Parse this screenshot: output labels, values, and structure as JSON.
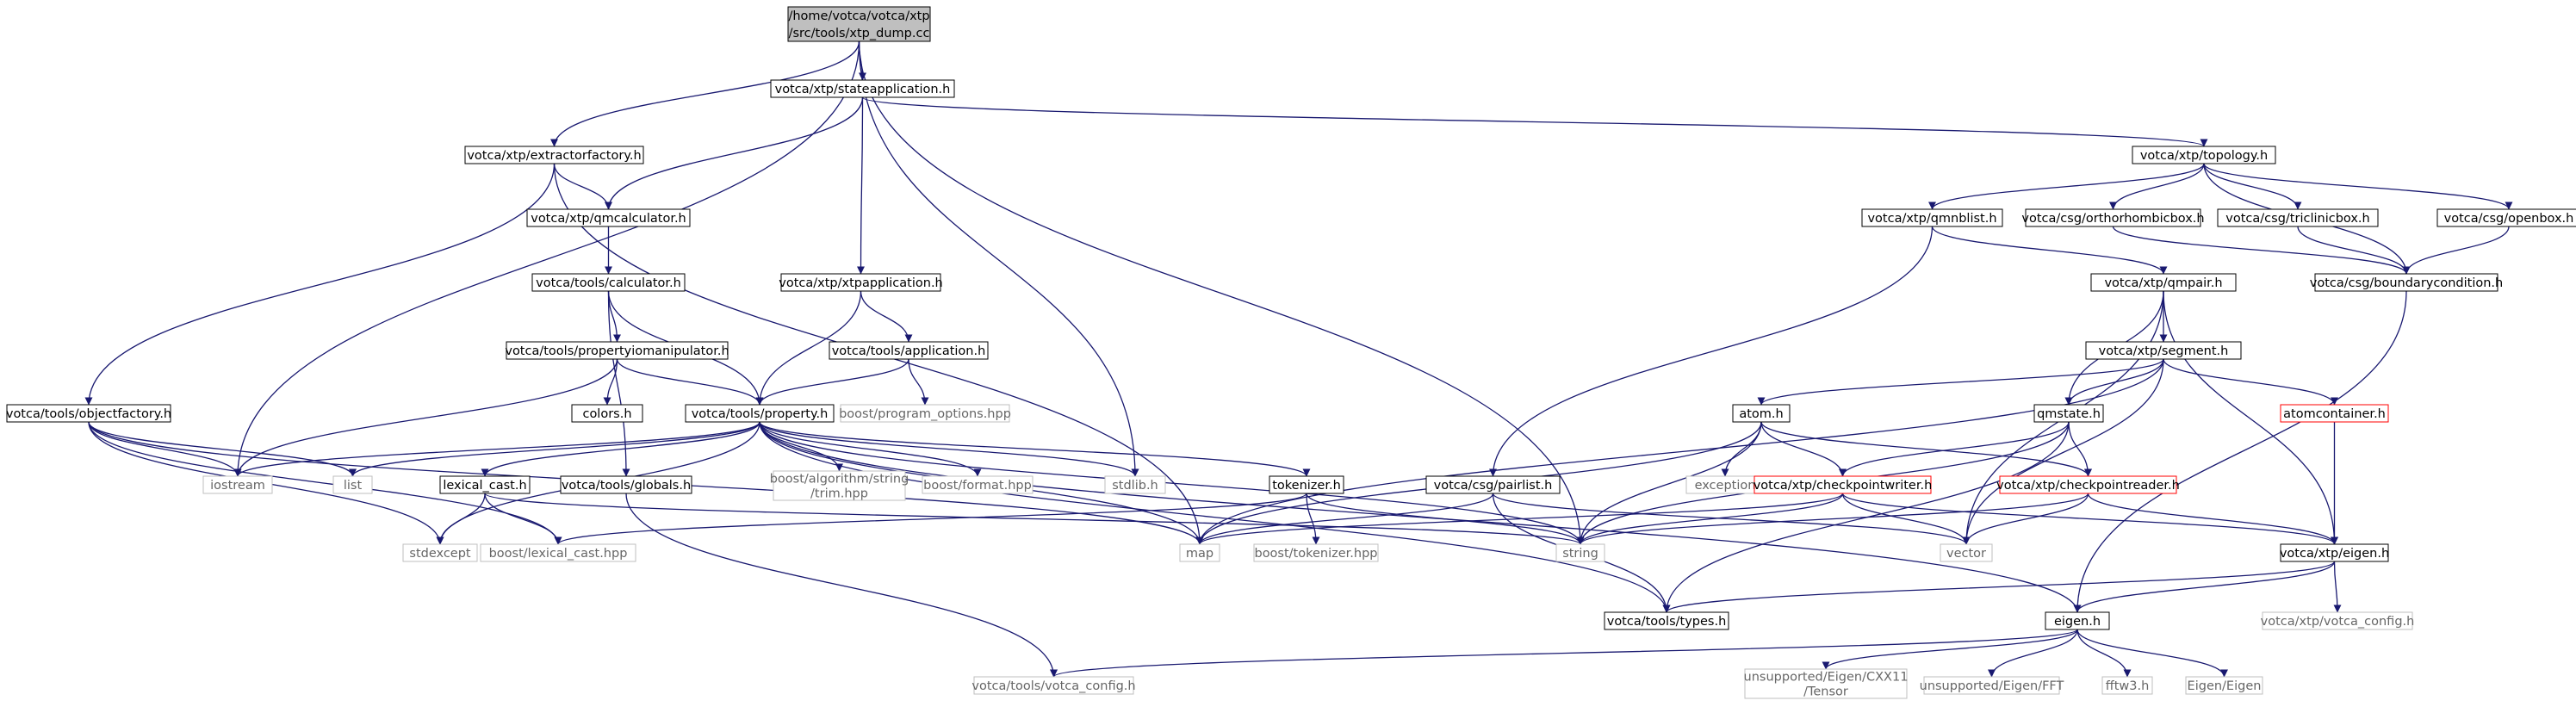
{
  "graph": {
    "colors": {
      "edge": "#191970",
      "border_normal": "#000000",
      "border_external": "#bfbfbf",
      "border_incomplete": "#ff0000",
      "root_fill": "#bfbfbf",
      "text_normal": "#000000",
      "text_external": "#666666"
    },
    "nodes": [
      {
        "id": "root",
        "lines": [
          "/home/votca/votca/xtp",
          "/src/tools/xtp_dump.cc"
        ],
        "kind": "root"
      },
      {
        "id": "stateapp",
        "lines": [
          "votca/xtp/stateapplication.h"
        ],
        "kind": "normal"
      },
      {
        "id": "extractor",
        "lines": [
          "votca/xtp/extractorfactory.h"
        ],
        "kind": "normal"
      },
      {
        "id": "topology",
        "lines": [
          "votca/xtp/topology.h"
        ],
        "kind": "normal"
      },
      {
        "id": "qmcalc",
        "lines": [
          "votca/xtp/qmcalculator.h"
        ],
        "kind": "normal"
      },
      {
        "id": "qmnblist",
        "lines": [
          "votca/xtp/qmnblist.h"
        ],
        "kind": "normal"
      },
      {
        "id": "ortho",
        "lines": [
          "votca/csg/orthorhombicbox.h"
        ],
        "kind": "normal"
      },
      {
        "id": "tricl",
        "lines": [
          "votca/csg/triclinicbox.h"
        ],
        "kind": "normal"
      },
      {
        "id": "openbox",
        "lines": [
          "votca/csg/openbox.h"
        ],
        "kind": "normal"
      },
      {
        "id": "calculator",
        "lines": [
          "votca/tools/calculator.h"
        ],
        "kind": "normal"
      },
      {
        "id": "xtpapp",
        "lines": [
          "votca/xtp/xtpapplication.h"
        ],
        "kind": "normal"
      },
      {
        "id": "qmpair",
        "lines": [
          "votca/xtp/qmpair.h"
        ],
        "kind": "normal"
      },
      {
        "id": "bcond",
        "lines": [
          "votca/csg/boundarycondition.h"
        ],
        "kind": "normal"
      },
      {
        "id": "propio",
        "lines": [
          "votca/tools/propertyiomanipulator.h"
        ],
        "kind": "normal"
      },
      {
        "id": "toolsapp",
        "lines": [
          "votca/tools/application.h"
        ],
        "kind": "normal"
      },
      {
        "id": "segment",
        "lines": [
          "votca/xtp/segment.h"
        ],
        "kind": "normal"
      },
      {
        "id": "objfactory",
        "lines": [
          "votca/tools/objectfactory.h"
        ],
        "kind": "normal"
      },
      {
        "id": "colors",
        "lines": [
          "colors.h"
        ],
        "kind": "normal"
      },
      {
        "id": "property",
        "lines": [
          "votca/tools/property.h"
        ],
        "kind": "normal"
      },
      {
        "id": "progopts",
        "lines": [
          "boost/program_options.hpp"
        ],
        "kind": "external"
      },
      {
        "id": "atom",
        "lines": [
          "atom.h"
        ],
        "kind": "normal"
      },
      {
        "id": "qmstate",
        "lines": [
          "qmstate.h"
        ],
        "kind": "normal"
      },
      {
        "id": "atomcontainer",
        "lines": [
          "atomcontainer.h"
        ],
        "kind": "incomplete"
      },
      {
        "id": "iostream",
        "lines": [
          "iostream"
        ],
        "kind": "external"
      },
      {
        "id": "list",
        "lines": [
          "list"
        ],
        "kind": "external"
      },
      {
        "id": "lexcast",
        "lines": [
          "lexical_cast.h"
        ],
        "kind": "normal"
      },
      {
        "id": "globals",
        "lines": [
          "votca/tools/globals.h"
        ],
        "kind": "normal"
      },
      {
        "id": "trim",
        "lines": [
          "boost/algorithm/string",
          "/trim.hpp"
        ],
        "kind": "external"
      },
      {
        "id": "format",
        "lines": [
          "boost/format.hpp"
        ],
        "kind": "external"
      },
      {
        "id": "stdlib",
        "lines": [
          "stdlib.h"
        ],
        "kind": "external"
      },
      {
        "id": "tokenizer",
        "lines": [
          "tokenizer.h"
        ],
        "kind": "normal"
      },
      {
        "id": "pairlist",
        "lines": [
          "votca/csg/pairlist.h"
        ],
        "kind": "normal"
      },
      {
        "id": "exception",
        "lines": [
          "exception"
        ],
        "kind": "external"
      },
      {
        "id": "cpwriter",
        "lines": [
          "votca/xtp/checkpointwriter.h"
        ],
        "kind": "incomplete"
      },
      {
        "id": "cpreader",
        "lines": [
          "votca/xtp/checkpointreader.h"
        ],
        "kind": "incomplete"
      },
      {
        "id": "stdexcept",
        "lines": [
          "stdexcept"
        ],
        "kind": "external"
      },
      {
        "id": "blexcast",
        "lines": [
          "boost/lexical_cast.hpp"
        ],
        "kind": "external"
      },
      {
        "id": "map",
        "lines": [
          "map"
        ],
        "kind": "external"
      },
      {
        "id": "btokenizer",
        "lines": [
          "boost/tokenizer.hpp"
        ],
        "kind": "external"
      },
      {
        "id": "string",
        "lines": [
          "string"
        ],
        "kind": "external"
      },
      {
        "id": "vector",
        "lines": [
          "vector"
        ],
        "kind": "external"
      },
      {
        "id": "xtpeigen",
        "lines": [
          "votca/xtp/eigen.h"
        ],
        "kind": "normal"
      },
      {
        "id": "types",
        "lines": [
          "votca/tools/types.h"
        ],
        "kind": "normal"
      },
      {
        "id": "xtpvc",
        "lines": [
          "votca/xtp/votca_config.h"
        ],
        "kind": "external"
      },
      {
        "id": "eigen",
        "lines": [
          "eigen.h"
        ],
        "kind": "normal"
      },
      {
        "id": "toolsvc",
        "lines": [
          "votca/tools/votca_config.h"
        ],
        "kind": "external"
      },
      {
        "id": "tensor",
        "lines": [
          "unsupported/Eigen/CXX11",
          "/Tensor"
        ],
        "kind": "external"
      },
      {
        "id": "fft",
        "lines": [
          "unsupported/Eigen/FFT"
        ],
        "kind": "external"
      },
      {
        "id": "fftw3",
        "lines": [
          "fftw3.h"
        ],
        "kind": "external"
      },
      {
        "id": "eigeneigen",
        "lines": [
          "Eigen/Eigen"
        ],
        "kind": "external"
      }
    ],
    "edges": [
      [
        "root",
        "stateapp"
      ],
      [
        "root",
        "extractor"
      ],
      [
        "root",
        "iostream"
      ],
      [
        "root",
        "stdlib"
      ],
      [
        "root",
        "string"
      ],
      [
        "stateapp",
        "qmcalc"
      ],
      [
        "stateapp",
        "xtpapp"
      ],
      [
        "stateapp",
        "topology"
      ],
      [
        "extractor",
        "qmcalc"
      ],
      [
        "extractor",
        "objfactory"
      ],
      [
        "extractor",
        "map"
      ],
      [
        "qmcalc",
        "calculator"
      ],
      [
        "calculator",
        "propio"
      ],
      [
        "calculator",
        "property"
      ],
      [
        "calculator",
        "globals"
      ],
      [
        "xtpapp",
        "property"
      ],
      [
        "xtpapp",
        "toolsapp"
      ],
      [
        "toolsapp",
        "property"
      ],
      [
        "toolsapp",
        "progopts"
      ],
      [
        "propio",
        "property"
      ],
      [
        "propio",
        "colors"
      ],
      [
        "propio",
        "iostream"
      ],
      [
        "objfactory",
        "iostream"
      ],
      [
        "objfactory",
        "list"
      ],
      [
        "objfactory",
        "map"
      ],
      [
        "objfactory",
        "stdexcept"
      ],
      [
        "objfactory",
        "blexcast"
      ],
      [
        "property",
        "iostream"
      ],
      [
        "property",
        "list"
      ],
      [
        "property",
        "lexcast"
      ],
      [
        "property",
        "trim"
      ],
      [
        "property",
        "format"
      ],
      [
        "property",
        "stdlib"
      ],
      [
        "property",
        "tokenizer"
      ],
      [
        "property",
        "stdexcept"
      ],
      [
        "property",
        "map"
      ],
      [
        "property",
        "string"
      ],
      [
        "property",
        "types"
      ],
      [
        "property",
        "eigen"
      ],
      [
        "lexcast",
        "stdexcept"
      ],
      [
        "lexcast",
        "blexcast"
      ],
      [
        "lexcast",
        "string"
      ],
      [
        "globals",
        "toolsvc"
      ],
      [
        "tokenizer",
        "btokenizer"
      ],
      [
        "tokenizer",
        "string"
      ],
      [
        "tokenizer",
        "blexcast"
      ],
      [
        "topology",
        "qmnblist"
      ],
      [
        "topology",
        "ortho"
      ],
      [
        "topology",
        "tricl"
      ],
      [
        "topology",
        "openbox"
      ],
      [
        "topology",
        "bcond"
      ],
      [
        "ortho",
        "bcond"
      ],
      [
        "tricl",
        "bcond"
      ],
      [
        "openbox",
        "bcond"
      ],
      [
        "bcond",
        "eigen"
      ],
      [
        "qmnblist",
        "qmpair"
      ],
      [
        "qmnblist",
        "pairlist"
      ],
      [
        "qmpair",
        "segment"
      ],
      [
        "qmpair",
        "qmstate"
      ],
      [
        "qmpair",
        "xtpeigen"
      ],
      [
        "qmpair",
        "vector"
      ],
      [
        "segment",
        "atom"
      ],
      [
        "segment",
        "qmstate"
      ],
      [
        "segment",
        "atomcontainer"
      ],
      [
        "segment",
        "map"
      ],
      [
        "segment",
        "vector"
      ],
      [
        "atom",
        "exception"
      ],
      [
        "atom",
        "cpwriter"
      ],
      [
        "atom",
        "cpreader"
      ],
      [
        "atom",
        "map"
      ],
      [
        "atom",
        "string"
      ],
      [
        "qmstate",
        "cpwriter"
      ],
      [
        "qmstate",
        "cpreader"
      ],
      [
        "qmstate",
        "string"
      ],
      [
        "qmstate",
        "types"
      ],
      [
        "atomcontainer",
        "xtpeigen"
      ],
      [
        "cpwriter",
        "map"
      ],
      [
        "cpwriter",
        "string"
      ],
      [
        "cpwriter",
        "vector"
      ],
      [
        "cpwriter",
        "xtpeigen"
      ],
      [
        "cpreader",
        "string"
      ],
      [
        "cpreader",
        "vector"
      ],
      [
        "cpreader",
        "xtpeigen"
      ],
      [
        "pairlist",
        "map"
      ],
      [
        "pairlist",
        "vector"
      ],
      [
        "pairlist",
        "types"
      ],
      [
        "xtpeigen",
        "types"
      ],
      [
        "xtpeigen",
        "eigen"
      ],
      [
        "xtpeigen",
        "xtpvc"
      ],
      [
        "eigen",
        "toolsvc"
      ],
      [
        "eigen",
        "tensor"
      ],
      [
        "eigen",
        "fft"
      ],
      [
        "eigen",
        "fftw3"
      ],
      [
        "eigen",
        "eigeneigen"
      ]
    ]
  }
}
